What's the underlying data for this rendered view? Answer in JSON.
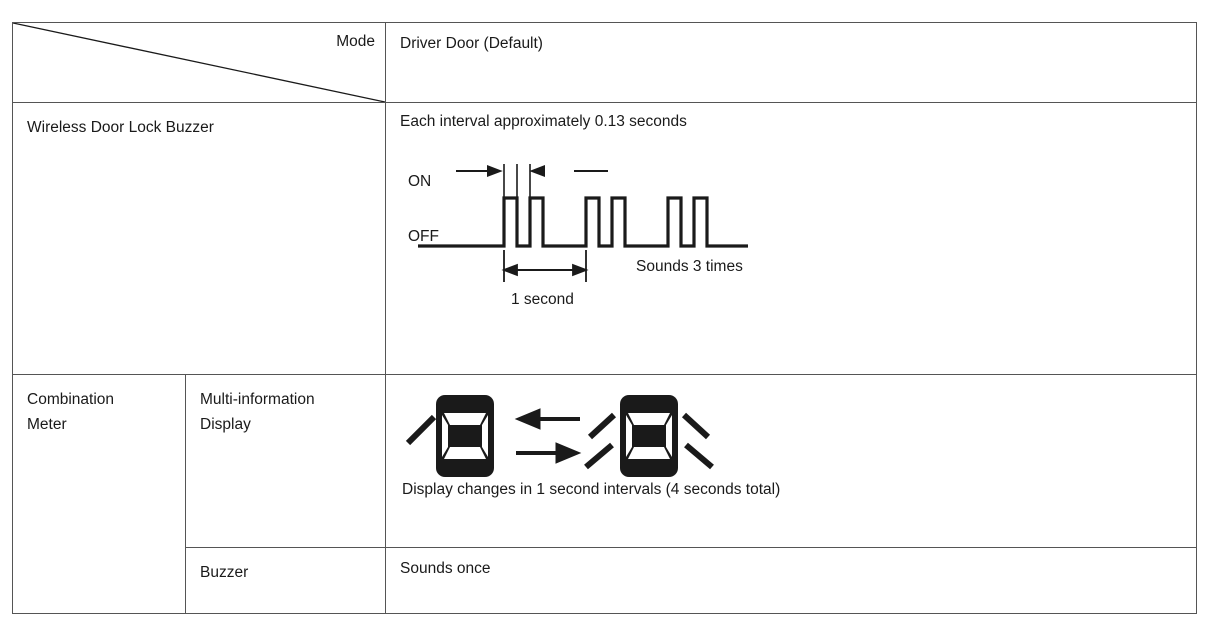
{
  "table": {
    "header": {
      "corner_diagonal": "diagonal-split",
      "mode_label": "Mode",
      "mode_value": "Driver Door (Default)"
    },
    "rows": [
      {
        "label": "Wireless Door Lock Buzzer",
        "sublabel": "",
        "value_intro": "Each interval approximately 0.13 seconds",
        "figure": "buzzer-waveform"
      },
      {
        "label": "Combination Meter",
        "label_line1": "Combination",
        "label_line2": "Meter",
        "sublabel_line1": "Multi-information",
        "sublabel_line2": "Display",
        "figure": "multi-info-display-icons",
        "caption": "Display changes in 1 second intervals (4 seconds total)"
      },
      {
        "label": "",
        "sublabel": "Buzzer",
        "value": "Sounds once"
      }
    ]
  },
  "waveform": {
    "on_label": "ON",
    "off_label": "OFF",
    "interval_note": "Each interval approximately 0.13 seconds",
    "dimension_label": "1 second",
    "repeat_label": "Sounds 3 times",
    "groups": 3,
    "pulses_per_group": 2,
    "pulse_interval_seconds": 0.13,
    "cycle_seconds": 1
  },
  "meter_icons": {
    "left_icon": "display-icon-single-flash",
    "right_icon": "display-icon-multi-flash",
    "arrow_top": "arrow-left-icon",
    "arrow_bottom": "arrow-right-icon",
    "left_flash_count": 1,
    "right_flash_count": 4
  },
  "colors": {
    "border": "#555555",
    "ink": "#1a1a1a",
    "background": "#ffffff"
  }
}
